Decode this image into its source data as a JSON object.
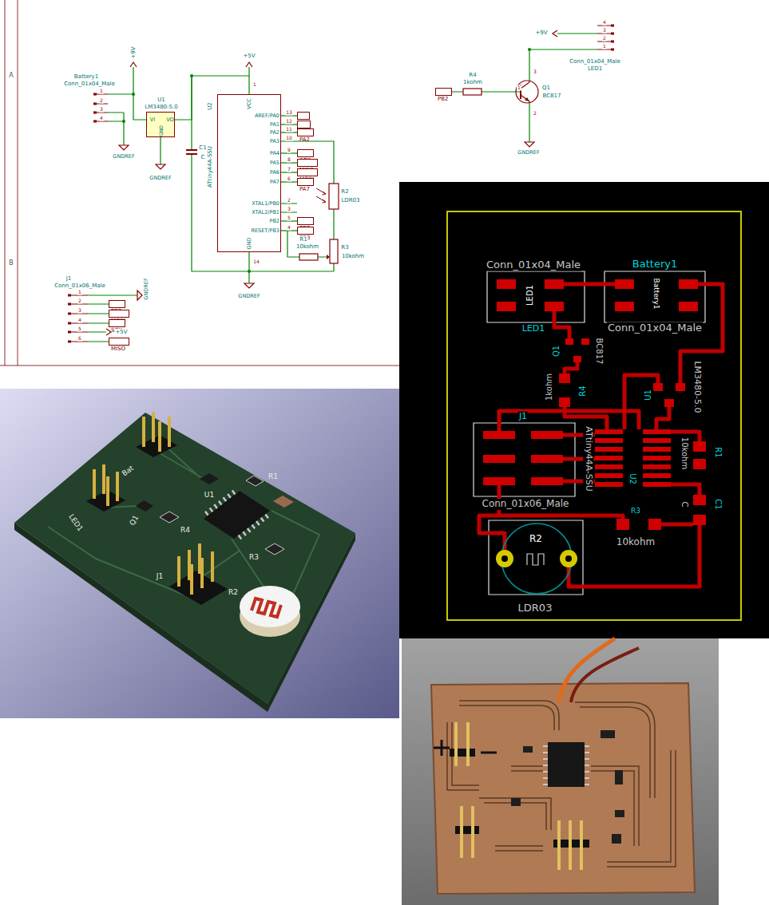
{
  "diagram": {
    "nodes": [
      {
        "text": [
          "U1",
          "LM3480-5.0",
          "VI",
          "VO",
          "GND"
        ]
      },
      {
        "text": [
          "U2",
          "ATtiny44A-SSU",
          "VCC",
          "AREF/PA0",
          "PA1",
          "PA2",
          "PA3",
          "PA4",
          "PA5",
          "PA6",
          "PA7",
          "XTAL1/PB0",
          "XTAL2/PB1",
          "PB2",
          "RESET/PB3",
          "GND"
        ]
      },
      {
        "text": [
          "Tx"
        ]
      },
      {
        "text": [
          "Rx"
        ]
      },
      {
        "text": [
          "PA2"
        ]
      },
      {
        "text": [
          "SCK"
        ]
      },
      {
        "text": [
          "MISO"
        ]
      },
      {
        "text": [
          "MOSI"
        ]
      },
      {
        "text": [
          "PA7"
        ]
      },
      {
        "text": [
          "PB2"
        ]
      },
      {
        "text": [
          "PB3"
        ]
      },
      {
        "text": [
          "PB3"
        ]
      },
      {
        "text": [
          "MOSI"
        ]
      },
      {
        "text": [
          "SCK"
        ]
      },
      {
        "text": [
          "MISO"
        ]
      },
      {
        "text": [
          "PB2"
        ]
      }
    ],
    "edges": [
      {
        "from": 1,
        "to": 2,
        "arrow": "none"
      },
      {
        "from": 1,
        "to": 3,
        "arrow": "none"
      },
      {
        "from": 1,
        "to": 4,
        "arrow": "none"
      },
      {
        "from": 1,
        "to": 5,
        "arrow": "none"
      },
      {
        "from": 1,
        "to": 6,
        "arrow": "none"
      },
      {
        "from": 1,
        "to": 7,
        "arrow": "none"
      },
      {
        "from": 1,
        "to": 8,
        "arrow": "none"
      },
      {
        "from": 1,
        "to": 9,
        "arrow": "none"
      },
      {
        "from": 1,
        "to": 10,
        "arrow": "none"
      },
      {
        "from": 0,
        "to": 1,
        "arrow": "none"
      }
    ],
    "labels": [
      "+9V",
      "Battery1",
      "Conn_01x04_Male",
      "1",
      "2",
      "3",
      "4",
      "GNDREF",
      "+5V",
      "C1",
      "C",
      "GNDREF",
      "GNDREF",
      "13",
      "12",
      "11",
      "10",
      "9",
      "8",
      "7",
      "6",
      "2",
      "3",
      "5",
      "4",
      "1",
      "14",
      "R2",
      "LDR03",
      "R1",
      "10kohm",
      "R3",
      "10kohm",
      "J1",
      "Conn_01x06_Male",
      "1",
      "2",
      "3",
      "4",
      "5",
      "6",
      "+5V",
      "GNDREF",
      "+9V",
      "4",
      "3",
      "2",
      "1",
      "Conn_01x04_Male",
      "LED1",
      "R4",
      "1kohm",
      "Q1",
      "BC817",
      "GNDREF",
      "1",
      "3",
      "2",
      "A",
      "B",
      "Conn_01x04_Male",
      "LED1",
      "LED1",
      "Battery1",
      "Battery1",
      "Conn_01x04_Male",
      "Q1",
      "BC817",
      "1kohm",
      "R4",
      "LM3480-5.0",
      "U1",
      "J1",
      "ATtiny44A-SSU",
      "U2",
      "Conn_01x06_Male",
      "R1",
      "10kohm",
      "C1",
      "C",
      "R3",
      "10kohm",
      "R2",
      "LDR03",
      "Bat",
      "LED1",
      "R1",
      "R4",
      "J1",
      "R2",
      "R3",
      "Q1",
      "U1"
    ]
  }
}
